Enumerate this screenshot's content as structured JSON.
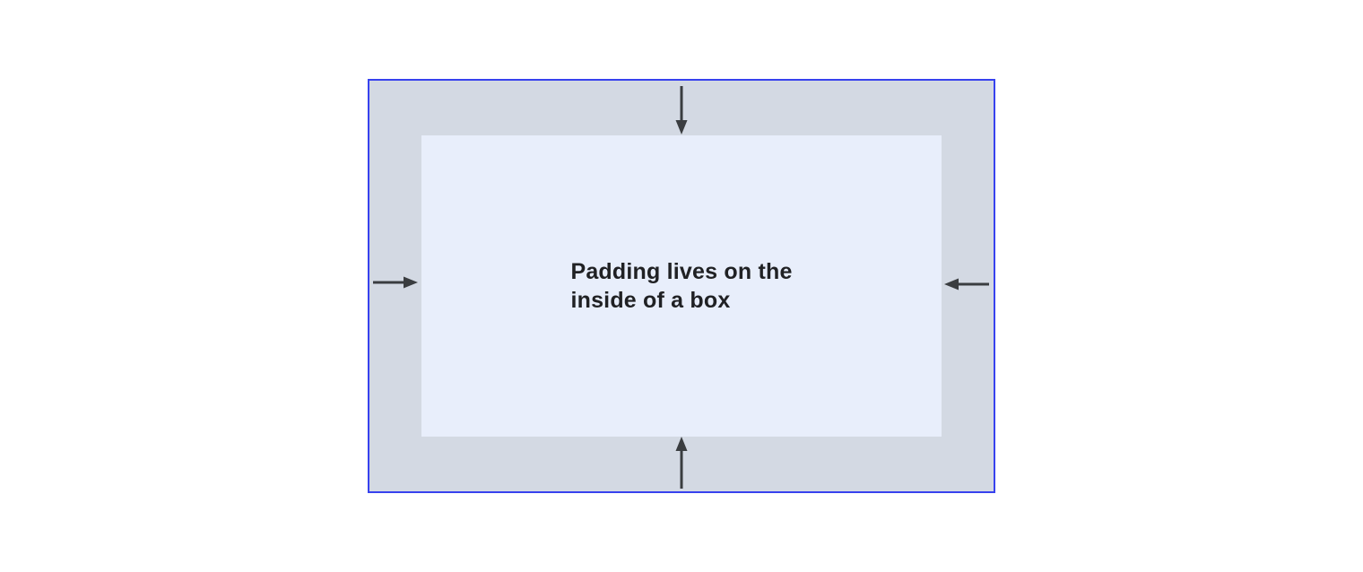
{
  "diagram": {
    "label": "Padding lives on the\ninside of a box",
    "arrows": [
      {
        "side": "top",
        "direction": "down"
      },
      {
        "side": "bottom",
        "direction": "up"
      },
      {
        "side": "left",
        "direction": "right"
      },
      {
        "side": "right",
        "direction": "left"
      }
    ],
    "colors": {
      "outer_fill": "#d3d9e3",
      "inner_fill": "#e8eefb",
      "border": "#3742ee",
      "arrow": "#3a3d40",
      "text": "#202124",
      "canvas": "#ffffff"
    }
  }
}
